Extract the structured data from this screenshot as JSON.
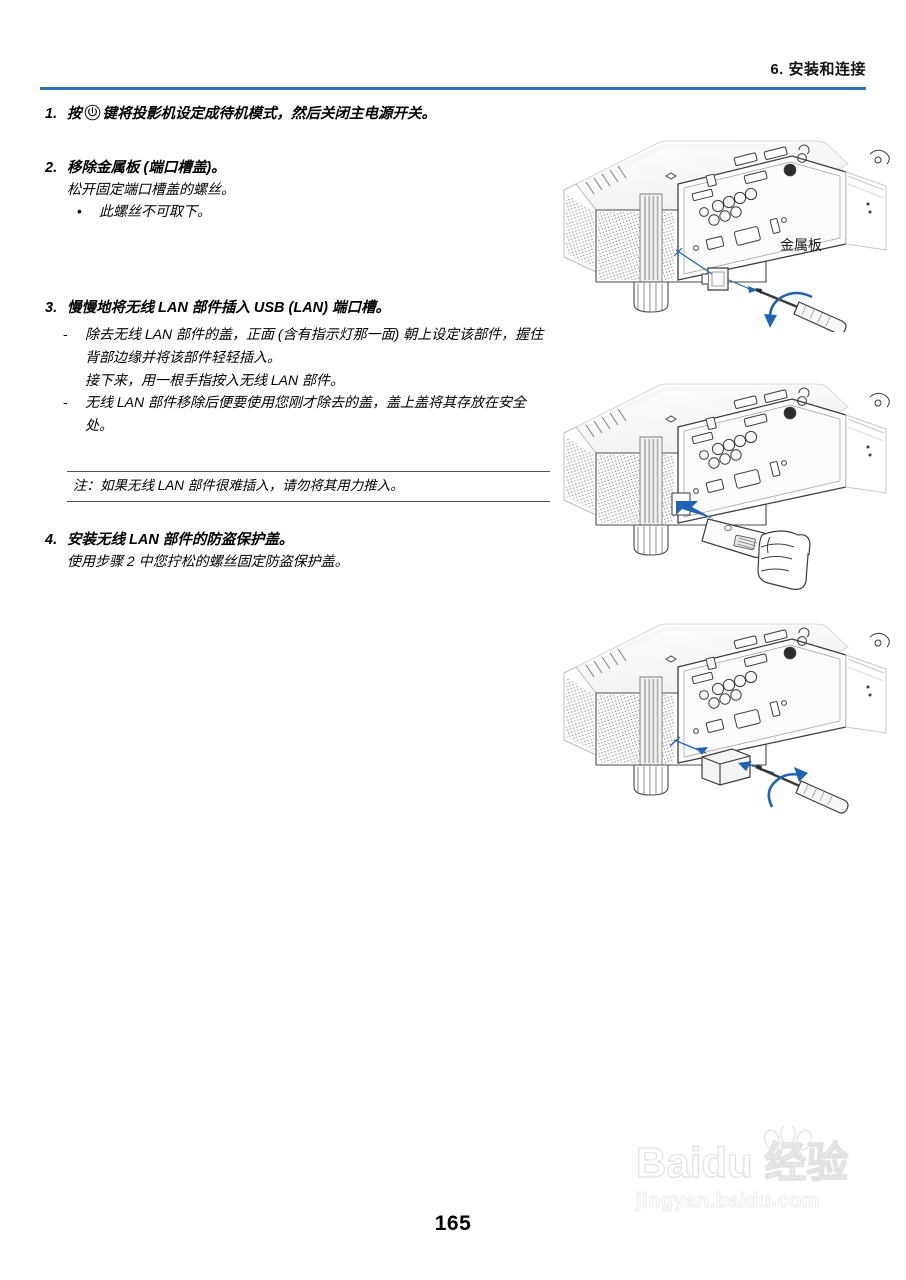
{
  "header": {
    "title": "6. 安装和连接",
    "rule_color": "#2e6fb5"
  },
  "steps": [
    {
      "number": "1.",
      "heading_before_icon": "按",
      "icon": "power-button-icon",
      "heading_after_icon": "键将投影机设定成待机模式，然后关闭主电源开关。",
      "lines": [],
      "bullets": []
    },
    {
      "number": "2.",
      "heading": "移除金属板 (端口槽盖)。",
      "lines": [
        "松开固定端口槽盖的螺丝。"
      ],
      "bullets": [
        "此螺丝不可取下。"
      ]
    },
    {
      "number": "3.",
      "heading": "慢慢地将无线 LAN 部件插入 USB (LAN) 端口槽。",
      "dashes": [
        "除去无线 LAN 部件的盖，正面 (含有指示灯那一面) 朝上设定该部件，握住背部边缘并将该部件轻轻插入。",
        "无线 LAN 部件移除后便要使用您刚才除去的盖，盖上盖将其存放在安全处。"
      ],
      "middle_para": "接下来，用一根手指按入无线 LAN 部件。"
    },
    {
      "number": "4.",
      "heading": "安装无线 LAN 部件的防盗保护盖。",
      "lines": [
        "使用步骤 2 中您拧松的螺丝固定防盗保护盖。"
      ]
    }
  ],
  "note": {
    "text": "注：如果无线 LAN 部件很难插入，请勿将其用力推入。"
  },
  "illustrations": [
    {
      "id": "illustration-remove-metal-plate",
      "label": "金属板",
      "accent_color": "#1f63b5"
    },
    {
      "id": "illustration-insert-wireless-lan-unit",
      "label": "",
      "accent_color": "#1f63b5"
    },
    {
      "id": "illustration-attach-theft-cover",
      "label": "",
      "accent_color": "#1f63b5"
    }
  ],
  "watermark": {
    "main": "Baidu 经验",
    "sub": "jingyan.baidu.com"
  },
  "footer": {
    "page_number": "165"
  }
}
